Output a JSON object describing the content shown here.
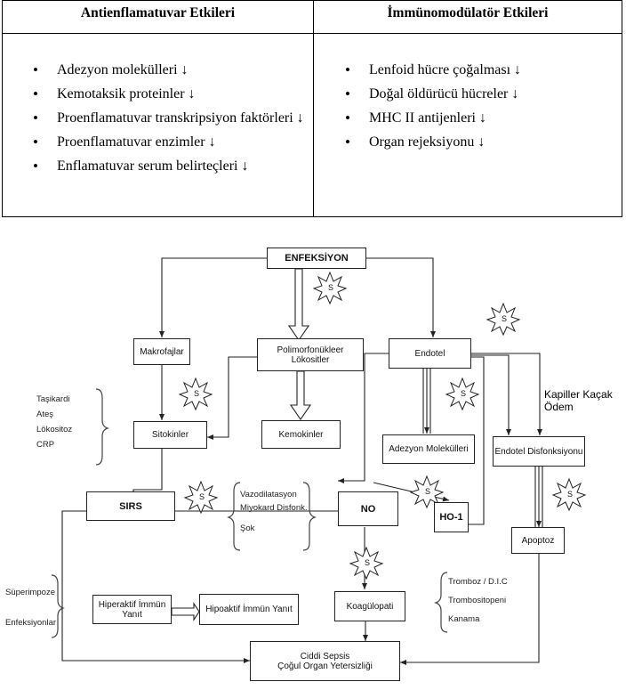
{
  "table": {
    "left_header": "Antienflamatuvar Etkileri",
    "right_header": "İmmünomodülatör Etkileri",
    "left_items": [
      "Adezyon molekülleri ↓",
      "Kemotaksik proteinler ↓",
      "Proenflamatuvar transkripsiyon faktörleri ↓",
      "Proenflamatuvar enzimler ↓",
      "Enflamatuvar serum belirteçleri ↓"
    ],
    "right_items": [
      "Lenfoid hücre çoğalması ↓",
      "Doğal öldürücü hücreler ↓",
      "MHC II antijenleri ↓",
      "Organ rejeksiyonu ↓"
    ]
  },
  "diagram": {
    "enfeksiyon": "ENFEKSİYON",
    "makrofajlar": "Makrofajlar",
    "polimorfonukleer": "Polimorfonükleer Lökositler",
    "endotel": "Endotel",
    "sitokinler": "Sitokinler",
    "kemokinler": "Kemokinler",
    "adezyon": "Adezyon Molekülleri",
    "endotel_disfonksiyonu": "Endotel Disfonksiyonu",
    "sirs": "SIRS",
    "no": "NO",
    "ho1": "HO-1",
    "apoptoz": "Apoptoz",
    "hiperaktif": "Hiperaktif İmmün Yanıt",
    "hipoaktif": "Hipoaktif İmmün Yanıt",
    "koagulopati": "Koagülopati",
    "ciddi_sepsis_1": "Ciddi Sepsis",
    "ciddi_sepsis_2": "Çoğul Organ Yetersizliği",
    "kapiller_1": "Kapiller Kaçak",
    "kapiller_2": "Ödem",
    "sirs_signs": [
      "Taşikardi",
      "Ateş",
      "Lökositoz",
      "CRP"
    ],
    "vazo": [
      "Vazodilatasyon",
      "Miyokard Disfonk.",
      "Şok"
    ],
    "superimpoze": [
      "Süperimpoze",
      "Enfeksiyonlar"
    ],
    "koag_signs": [
      "Tromboz / D.I.C",
      "Trombositopeni",
      "Kanama"
    ],
    "star_label": "S"
  }
}
